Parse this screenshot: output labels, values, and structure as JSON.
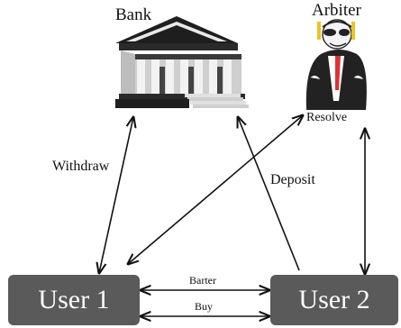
{
  "nodes": {
    "bank": "Bank",
    "arbiter": "Arbiter",
    "user1": "User 1",
    "user2": "User 2"
  },
  "edges": {
    "withdraw": "Withdraw",
    "deposit": "Deposit",
    "resolve": "Resolve",
    "barter": "Barter",
    "buy": "Buy"
  },
  "colors": {
    "user_box": "#5a5a5a",
    "arrow": "#111111"
  }
}
